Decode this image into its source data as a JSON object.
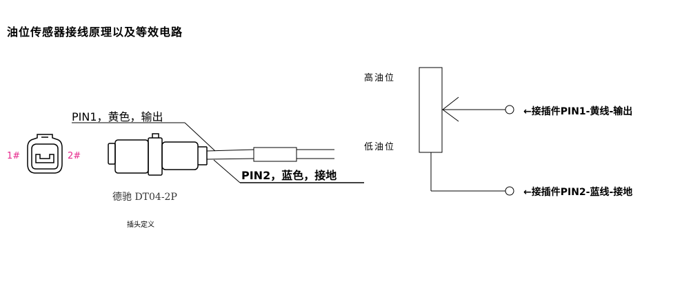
{
  "title": "油位传感器接线原理以及等效电路",
  "connector": {
    "pin1_label": "PIN1，黄色，输出",
    "pin2_label": "PIN2，蓝色，接地",
    "model": "德驰 DT04-2P",
    "caption": "插头定义",
    "pin_hash_1": "1#",
    "pin_hash_2": "2#"
  },
  "circuit": {
    "high_label": "高油位",
    "low_label": "低油位",
    "terminal1": "←接插件PIN1-黄线-输出",
    "terminal2": "←接插件PIN2-蓝线-接地"
  },
  "colors": {
    "pin_hash": "#e6288c",
    "line": "#000000"
  }
}
